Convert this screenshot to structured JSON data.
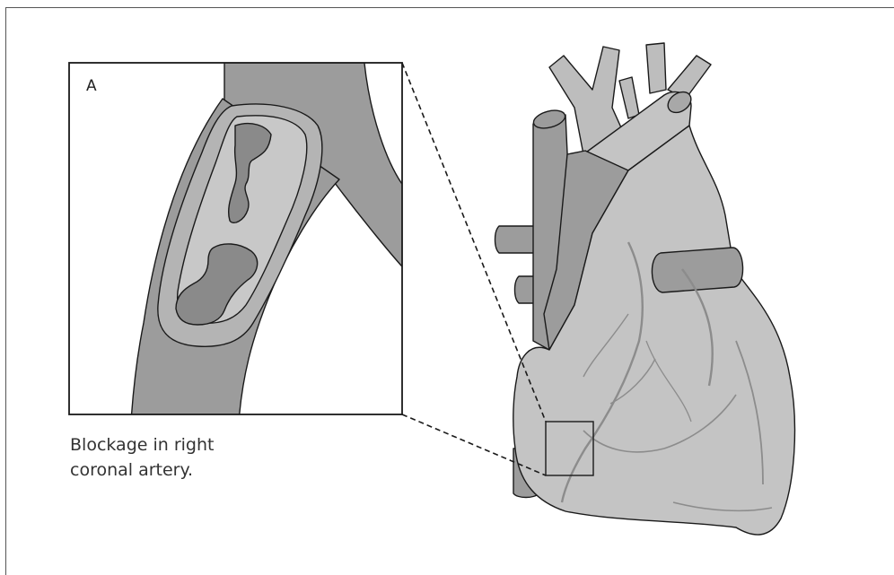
{
  "inset": {
    "letter": "A"
  },
  "caption": {
    "line1": "Blockage in right",
    "line2": "coronal artery."
  },
  "colors": {
    "heart_fill": "#c4c4c4",
    "vessel_fill": "#9c9c9c",
    "vessel_light": "#bdbdbd",
    "plaque_fill": "#8a8a8a",
    "outline": "#1a1a1a",
    "line_gray": "#8c8c8c"
  }
}
